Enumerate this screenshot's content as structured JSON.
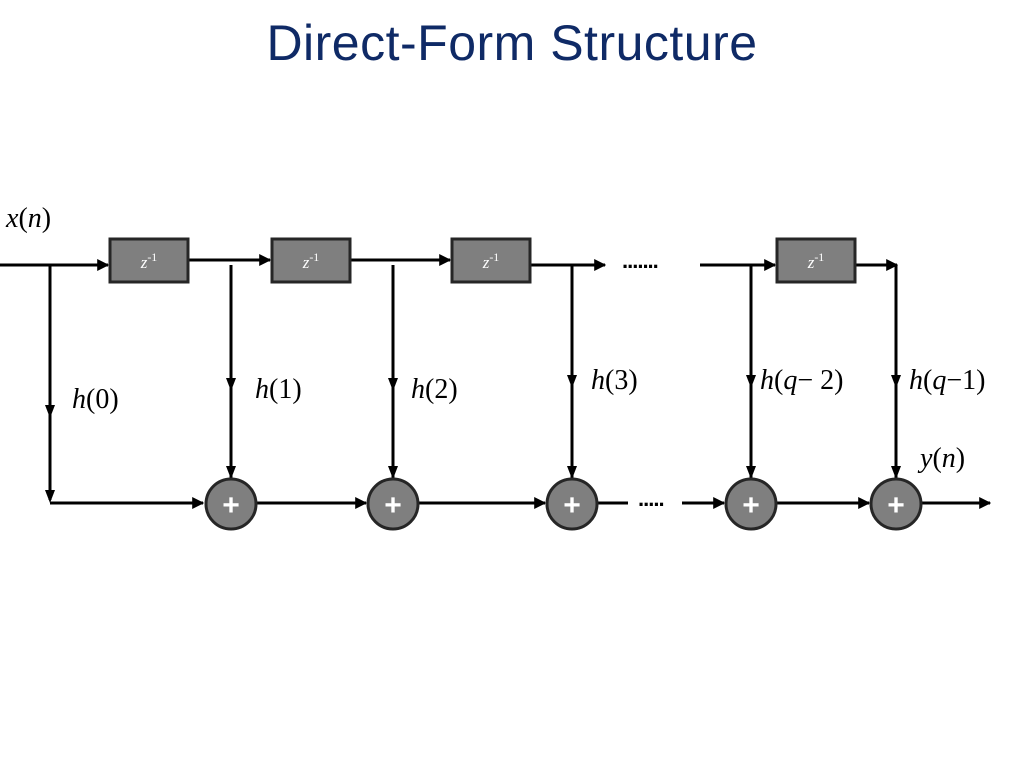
{
  "title": "Direct-Form Structure",
  "input_label": {
    "var": "x",
    "open": "(",
    "arg": "n",
    "close": ")"
  },
  "output_label": {
    "var": "y",
    "open": "(",
    "arg": "n",
    "close": ")"
  },
  "delay": {
    "base": "z",
    "exp": "-1"
  },
  "adder_symbol": "+",
  "ellipsis_top": ".......",
  "ellipsis_bottom": ".....",
  "taps": [
    {
      "fn": "h",
      "open": "(",
      "arg": "0",
      "close": ")"
    },
    {
      "fn": "h",
      "open": "(",
      "arg": "1",
      "close": ")"
    },
    {
      "fn": "h",
      "open": "(",
      "arg": "2",
      "close": ")"
    },
    {
      "fn": "h",
      "open": "(",
      "arg": "3",
      "close": ")"
    },
    {
      "fn": "h",
      "open": "(",
      "argvar": "q",
      "argrest": "− 2",
      "close": ")"
    },
    {
      "fn": "h",
      "open": "(",
      "argvar": "q",
      "argrest": "−1",
      "close": ")"
    }
  ],
  "colors": {
    "title": "#0f2a66",
    "block_fill": "#7f7f7f",
    "block_stroke": "#262626",
    "wire": "#000000"
  }
}
